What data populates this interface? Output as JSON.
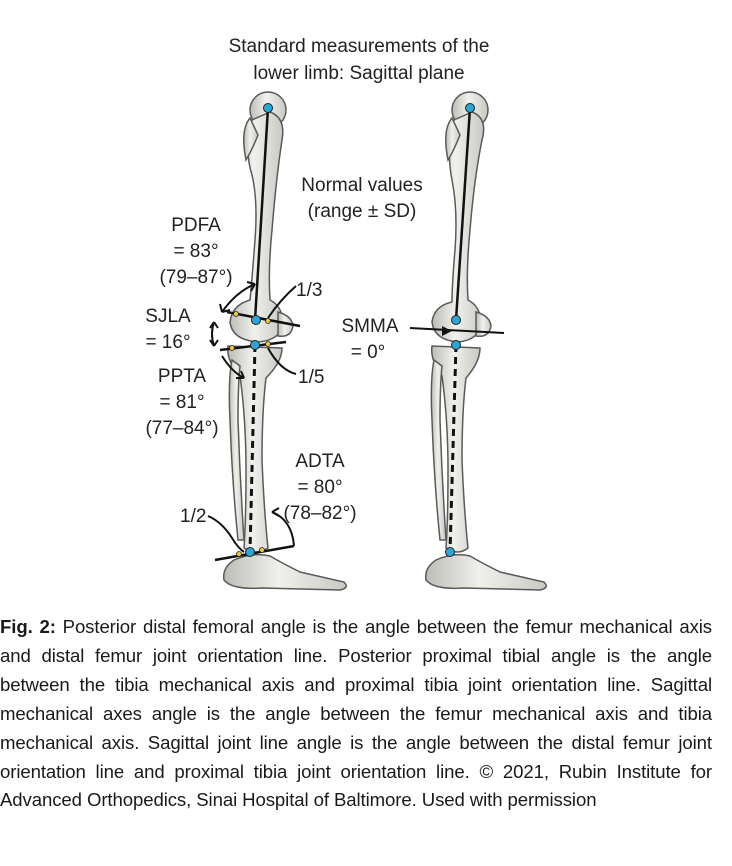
{
  "figure": {
    "title_line1": "Standard measurements of the",
    "title_line2": "lower limb: Sagittal plane",
    "normal_values_line1": "Normal values",
    "normal_values_line2": "(range ± SD)",
    "pdfa": {
      "name": "PDFA",
      "value": "= 83°",
      "range": "(79–87°)"
    },
    "sjla": {
      "name": "SJLA",
      "value": "= 16°"
    },
    "ppta": {
      "name": "PPTA",
      "value": "= 81°",
      "range": "(77–84°)"
    },
    "adta": {
      "name": "ADTA",
      "value": "= 80°",
      "range": "(78–82°)"
    },
    "smma": {
      "name": "SMMA",
      "value": "= 0°"
    },
    "fraction_third": "1/3",
    "fraction_fifth": "1/5",
    "fraction_half": "1/2"
  },
  "caption": {
    "label": "Fig. 2:",
    "text": " Posterior distal femoral angle is the angle between the femur mechanical axis and distal femur joint orientation line. Posterior proximal tibial angle is the angle between the tibia mechanical axis and proximal tibia joint orientation line. Sagittal mechanical axes angle is the angle between the femur mechanical axis and tibia mechanical axis. Sagittal joint line angle is the angle between the distal femur joint orientation line and proximal tibia joint orientation line. © 2021, Rubin Institute for Advanced Orthopedics, Sinai Hospital of Baltimore. Used with permission"
  },
  "colors": {
    "bone_fill": "#e6e6e2",
    "bone_stroke": "#5a5a5a",
    "point_fill": "#2aa7d6",
    "small_point_fill": "#e8c93a"
  }
}
